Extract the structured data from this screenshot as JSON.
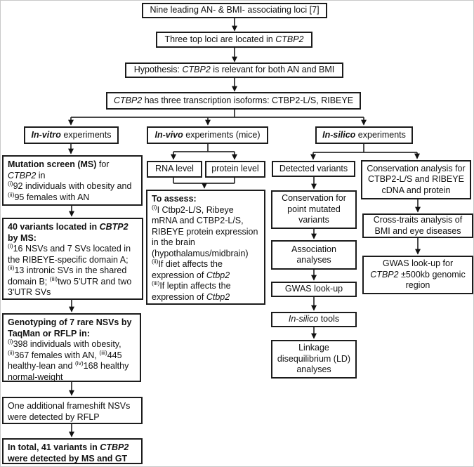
{
  "figure": {
    "type": "flowchart",
    "topic": "CTBP2 study design for AN and BMI"
  },
  "colors": {
    "background": "#ffffff",
    "box_border": "#1c1c1c",
    "text": "#111111",
    "connector": "#2b2b2b"
  },
  "nodes": {
    "top1": {
      "label": "Nine leading AN- & BMI- associating loci [7]",
      "segments": [
        {
          "t": "Nine leading AN- & BMI- associating loci [7]"
        }
      ]
    },
    "top2": {
      "label": "Three top loci are located in CTBP2",
      "segments": [
        {
          "t": "Three top loci are located in "
        },
        {
          "t": "CTBP2",
          "i": true
        }
      ]
    },
    "top3": {
      "label": "Hypothesis: CTBP2 is relevant for both AN and BMI",
      "segments": [
        {
          "t": "Hypothesis: "
        },
        {
          "t": "CTBP2",
          "i": true
        },
        {
          "t": " is relevant for both AN and BMI"
        }
      ]
    },
    "top4": {
      "label": "CTBP2 has three transcription isoforms: CTBP2-L/S, RIBEYE",
      "segments": [
        {
          "t": "CTBP2",
          "i": true
        },
        {
          "t": " has three transcription isoforms: CTBP2-L/S, RIBEYE"
        }
      ]
    },
    "branch_invitro": {
      "label": "In-vitro experiments",
      "segments": [
        {
          "t": "In-vitro",
          "b": true,
          "i": true
        },
        {
          "t": " experiments"
        }
      ]
    },
    "branch_invivo": {
      "label": "In-vivo experiments (mice)",
      "segments": [
        {
          "t": "In-vivo",
          "b": true,
          "i": true
        },
        {
          "t": " experiments (mice)"
        }
      ]
    },
    "branch_insilico": {
      "label": "In-silico experiments",
      "segments": [
        {
          "t": "In-silico",
          "b": true,
          "i": true
        },
        {
          "t": " experiments"
        }
      ]
    },
    "mutation_screen": {
      "label": "Mutation screen (MS) for CTBP2 in (i)92 individuals with obesity and (ii)95 females with AN",
      "segments": [
        {
          "t": "Mutation screen (MS)",
          "b": true
        },
        {
          "t": " for"
        },
        {
          "br": true
        },
        {
          "t": "CTBP2",
          "i": true
        },
        {
          "t": " in"
        },
        {
          "br": true
        },
        {
          "t": "(i)",
          "sup": true
        },
        {
          "t": "92 individuals with obesity and"
        },
        {
          "br": true
        },
        {
          "t": "(ii)",
          "sup": true
        },
        {
          "t": "95 females with AN"
        }
      ]
    },
    "variants40": {
      "label": "40 variants located in CBTP2 by MS: (i)16 NSVs and 7 SVs located in the RIBEYE-specific domain A; (ii)13 intronic SVs in the shared domain B; (iii)two 5'UTR and two 3'UTR SVs",
      "segments": [
        {
          "t": "40 variants located in ",
          "b": true
        },
        {
          "t": "CBTP2",
          "b": true,
          "i": true
        },
        {
          "br": true
        },
        {
          "t": "by MS:",
          "b": true
        },
        {
          "br": true
        },
        {
          "t": "(i)",
          "sup": true
        },
        {
          "t": "16 NSVs and 7 SVs located in"
        },
        {
          "br": true
        },
        {
          "t": "the RIBEYE-specific domain A;"
        },
        {
          "br": true
        },
        {
          "t": "(ii)",
          "sup": true
        },
        {
          "t": "13 intronic SVs in the shared"
        },
        {
          "br": true
        },
        {
          "t": "domain B; "
        },
        {
          "t": "(iii)",
          "sup": true
        },
        {
          "t": "two 5'UTR and two"
        },
        {
          "br": true
        },
        {
          "t": "3'UTR SVs"
        }
      ]
    },
    "genotyping": {
      "label": "Genotyping of 7 rare NSVs by TaqMan or RFLP in: (i)398 individuals with obesity, (ii)367 females with AN, (iii)445 healthy-lean and (iv)168 healthy normal-weight",
      "segments": [
        {
          "t": "Genotyping of 7 rare NSVs by",
          "b": true
        },
        {
          "br": true
        },
        {
          "t": "TaqMan or RFLP in:",
          "b": true
        },
        {
          "br": true
        },
        {
          "t": "(i)",
          "sup": true
        },
        {
          "t": "398 individuals with obesity,"
        },
        {
          "br": true
        },
        {
          "t": "(ii)",
          "sup": true
        },
        {
          "t": "367 females with AN, "
        },
        {
          "t": "(iii)",
          "sup": true
        },
        {
          "t": "445"
        },
        {
          "br": true
        },
        {
          "t": "healthy-lean and "
        },
        {
          "t": "(iv)",
          "sup": true
        },
        {
          "t": "168 healthy"
        },
        {
          "br": true
        },
        {
          "t": "normal-weight"
        }
      ]
    },
    "frameshift": {
      "label": "One additional frameshift NSVs were detected by RFLP",
      "segments": [
        {
          "t": "One additional frameshift NSVs"
        },
        {
          "br": true
        },
        {
          "t": "were detected by RFLP"
        }
      ]
    },
    "total_variants": {
      "label": "In total, 41 variants in CTBP2 were detected by MS and GT",
      "segments": [
        {
          "t": "In total, 41 variants in ",
          "b": true
        },
        {
          "t": "CTBP2",
          "b": true,
          "i": true
        },
        {
          "br": true
        },
        {
          "t": "were detected by MS and GT",
          "b": true
        }
      ]
    },
    "rna_level": {
      "label": "RNA level",
      "segments": [
        {
          "t": "RNA level"
        }
      ]
    },
    "protein_level": {
      "label": "protein level",
      "segments": [
        {
          "t": "protein level"
        }
      ]
    },
    "to_assess": {
      "label": "To assess: (i)I Ctbp2-L/S, Ribeye mRNA and CTBP2-L/S, RIBEYE protein expression in the brain (hypothalamus/midbrain) (ii)If diet affects the expression of Ctbp2 (iii)If leptin affects the expression of Ctbp2",
      "segments": [
        {
          "t": "To assess:",
          "b": true
        },
        {
          "br": true
        },
        {
          "t": "(i)",
          "sup": true
        },
        {
          "t": "I Ctbp2-L/S, Ribeye"
        },
        {
          "br": true
        },
        {
          "t": "mRNA and CTBP2-L/S,"
        },
        {
          "br": true
        },
        {
          "t": "RIBEYE protein expression"
        },
        {
          "br": true
        },
        {
          "t": "in the brain"
        },
        {
          "br": true
        },
        {
          "t": "(hypothalamus/midbrain)"
        },
        {
          "br": true
        },
        {
          "t": "(ii)",
          "sup": true
        },
        {
          "t": "If diet affects the"
        },
        {
          "br": true
        },
        {
          "t": "expression of "
        },
        {
          "t": "Ctbp2",
          "i": true
        },
        {
          "br": true
        },
        {
          "t": "(iii)",
          "sup": true
        },
        {
          "t": "If leptin affects the"
        },
        {
          "br": true
        },
        {
          "t": "expression of "
        },
        {
          "t": "Ctbp2",
          "i": true
        }
      ]
    },
    "detected_variants": {
      "label": "Detected variants",
      "segments": [
        {
          "t": "Detected variants"
        }
      ]
    },
    "conservation_point": {
      "label": "Conservation for point mutated variants",
      "segments": [
        {
          "t": "Conservation for"
        },
        {
          "br": true
        },
        {
          "t": "point mutated"
        },
        {
          "br": true
        },
        {
          "t": "variants"
        }
      ]
    },
    "association": {
      "label": "Association analyses",
      "segments": [
        {
          "t": "Association"
        },
        {
          "br": true
        },
        {
          "t": "analyses"
        }
      ]
    },
    "gwas_lookup": {
      "label": "GWAS look-up",
      "segments": [
        {
          "t": "GWAS look-up"
        }
      ]
    },
    "insilico_tools": {
      "label": "In-silico tools",
      "segments": [
        {
          "t": "In-silico",
          "i": true
        },
        {
          "t": " tools"
        }
      ]
    },
    "ld_analyses": {
      "label": "Linkage disequilibrium (LD) analyses",
      "segments": [
        {
          "t": "Linkage"
        },
        {
          "br": true
        },
        {
          "t": "disequilibrium (LD)"
        },
        {
          "br": true
        },
        {
          "t": "analyses"
        }
      ]
    },
    "conservation_analysis": {
      "label": "Conservation analysis for CTBP2-L/S and RIBEYE cDNA and protein",
      "segments": [
        {
          "t": "Conservation analysis for"
        },
        {
          "br": true
        },
        {
          "t": "CTBP2-L/S and RIBEYE"
        },
        {
          "br": true
        },
        {
          "t": "cDNA and protein"
        }
      ]
    },
    "cross_traits": {
      "label": "Cross-traits analysis of BMI and eye diseases",
      "segments": [
        {
          "t": "Cross-traits analysis of"
        },
        {
          "br": true
        },
        {
          "t": "BMI and eye diseases"
        }
      ]
    },
    "gwas_region": {
      "label": "GWAS look-up for CTBP2 ±500kb genomic region",
      "segments": [
        {
          "t": "GWAS look-up for"
        },
        {
          "br": true
        },
        {
          "t": "CTBP2",
          "i": true
        },
        {
          "t": " ±500kb genomic"
        },
        {
          "br": true
        },
        {
          "t": "region"
        }
      ]
    }
  }
}
